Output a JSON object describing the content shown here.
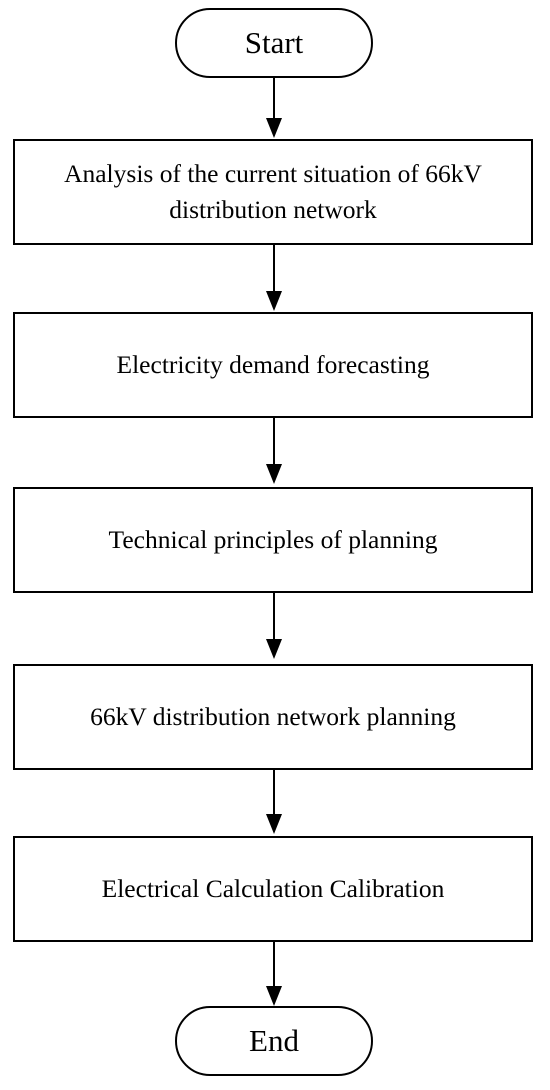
{
  "flowchart": {
    "start": "Start",
    "steps": [
      "Analysis of the current situation of 66kV distribution network",
      "Electricity demand forecasting",
      "Technical principles of planning",
      "66kV distribution network planning",
      "Electrical Calculation Calibration"
    ],
    "end": "End"
  }
}
